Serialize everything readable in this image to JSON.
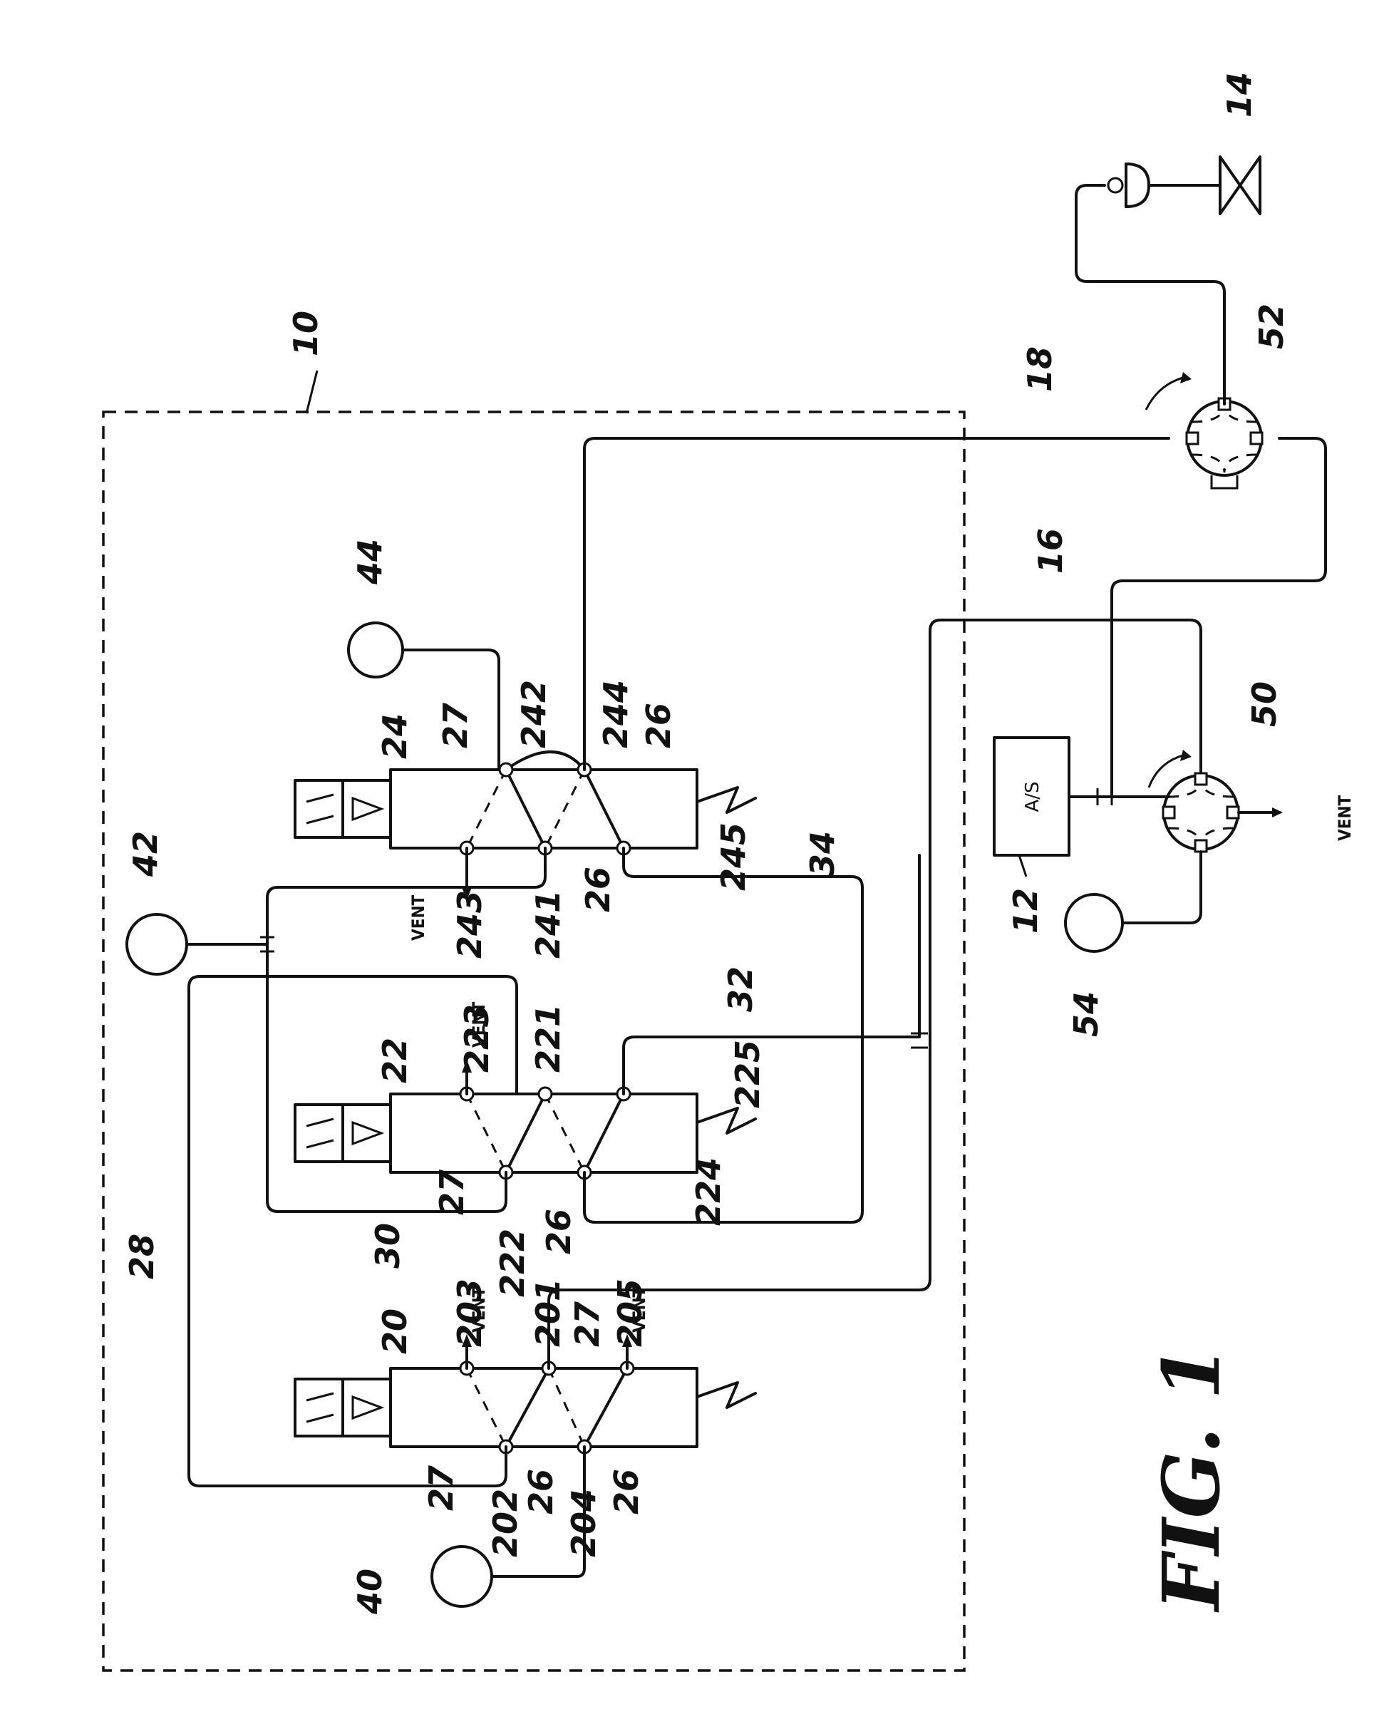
{
  "figure": {
    "caption": "FIG. 1",
    "labels": {
      "system": "10",
      "analyzer_ref": "12",
      "valve_ref": "14",
      "line16": "16",
      "line18": "18",
      "valve20": "20",
      "valve22": "22",
      "valve24": "24",
      "path26": "26",
      "path27": "27",
      "line28": "28",
      "line30": "30",
      "line32": "32",
      "line34": "34",
      "source40": "40",
      "source42": "42",
      "source44": "44",
      "valve50": "50",
      "valve52": "52",
      "source54": "54",
      "p201": "201",
      "p202": "202",
      "p203": "203",
      "p204": "204",
      "p205": "205",
      "p221": "221",
      "p222": "222",
      "p223": "223",
      "p224": "224",
      "p225": "225",
      "p241": "241",
      "p242": "242",
      "p243": "243",
      "p244": "244",
      "p245": "245"
    },
    "analyzer_text": "A/S",
    "vent_text": "VENT"
  }
}
